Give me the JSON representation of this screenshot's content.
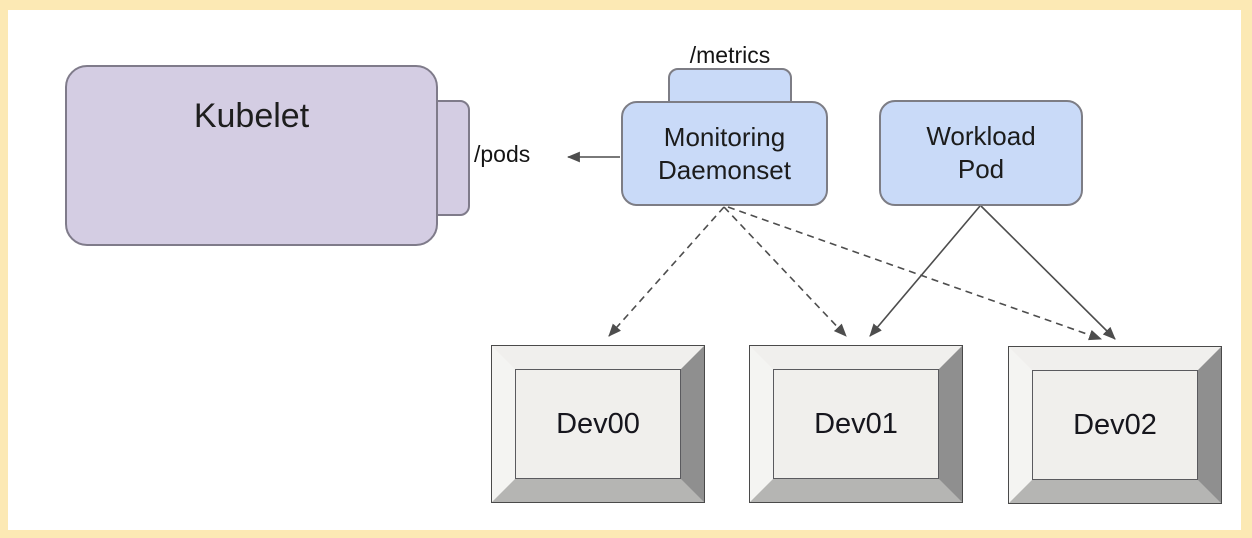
{
  "window": {
    "frame_background": "#fce9b4",
    "canvas_background": "#ffffff"
  },
  "nodes": {
    "kubelet": {
      "label": "Kubelet",
      "fill": "#d4cde3",
      "border": "#7f7b8a"
    },
    "monitoring_daemonset": {
      "label": "Monitoring\nDaemonset",
      "fill": "#c9daf8",
      "border": "#7d7d85"
    },
    "workload_pod": {
      "label": "Workload\nPod",
      "fill": "#c9daf8",
      "border": "#7d7d85"
    },
    "devices": [
      {
        "label": "Dev00"
      },
      {
        "label": "Dev01"
      },
      {
        "label": "Dev02"
      }
    ]
  },
  "endpoints": {
    "metrics": "/metrics",
    "pods": "/pods"
  },
  "edges": [
    {
      "from": "monitoring_daemonset",
      "to": "kubelet_pods_endpoint",
      "style": "solid",
      "arrowhead": "left"
    },
    {
      "from": "monitoring_daemonset",
      "to": "dev00",
      "style": "dashed",
      "arrowhead": "end"
    },
    {
      "from": "monitoring_daemonset",
      "to": "dev01",
      "style": "dashed",
      "arrowhead": "end"
    },
    {
      "from": "monitoring_daemonset",
      "to": "dev02",
      "style": "dashed",
      "arrowhead": "end"
    },
    {
      "from": "workload_pod",
      "to": "dev01",
      "style": "solid",
      "arrowhead": "end"
    },
    {
      "from": "workload_pod",
      "to": "dev02",
      "style": "solid",
      "arrowhead": "end"
    }
  ],
  "colors": {
    "edge_stroke": "#4d4d4d",
    "device_face": "#f0efec",
    "device_bevel_light": "#f4f4f2",
    "device_bevel_dark": "#8f8f8f",
    "device_bevel_bottom": "#b5b5b3"
  }
}
